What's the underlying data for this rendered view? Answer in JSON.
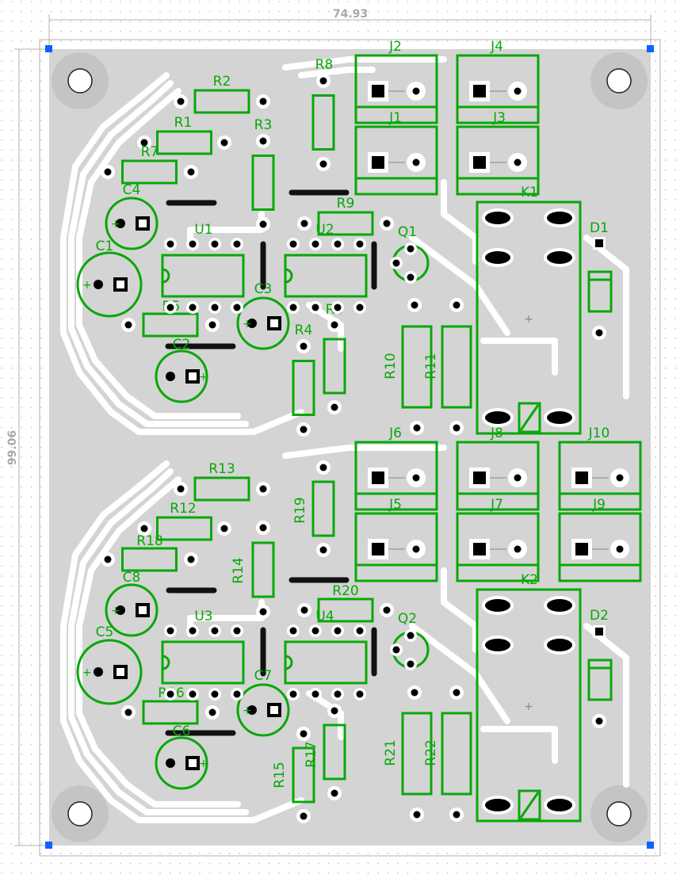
{
  "board": {
    "width_label": "74.93",
    "height_label": "99.06"
  },
  "components": {
    "resistors_top": [
      "R1",
      "R2",
      "R3",
      "R4",
      "R5",
      "R6",
      "R7",
      "R8",
      "R9",
      "R10",
      "R11"
    ],
    "resistors_bottom": [
      "R12",
      "R13",
      "R14",
      "R15",
      "R16",
      "R17",
      "R18",
      "R19",
      "R20",
      "R21",
      "R22"
    ],
    "capacitors": [
      "C1",
      "C2",
      "C3",
      "C4",
      "C5",
      "C6",
      "C7",
      "C8"
    ],
    "ics": [
      "U1",
      "U2",
      "U3",
      "U4"
    ],
    "transistors": [
      "Q1",
      "Q2"
    ],
    "connectors": [
      "J1",
      "J2",
      "J3",
      "J4",
      "J5",
      "J6",
      "J7",
      "J8",
      "J9",
      "J10"
    ],
    "relays": [
      "K1",
      "K2"
    ],
    "diodes": [
      "D1",
      "D2"
    ]
  },
  "colors": {
    "board": "#d4d4d4",
    "silkscreen": "#08a808",
    "trace": "#ffffff",
    "marker": "#1060ff"
  }
}
